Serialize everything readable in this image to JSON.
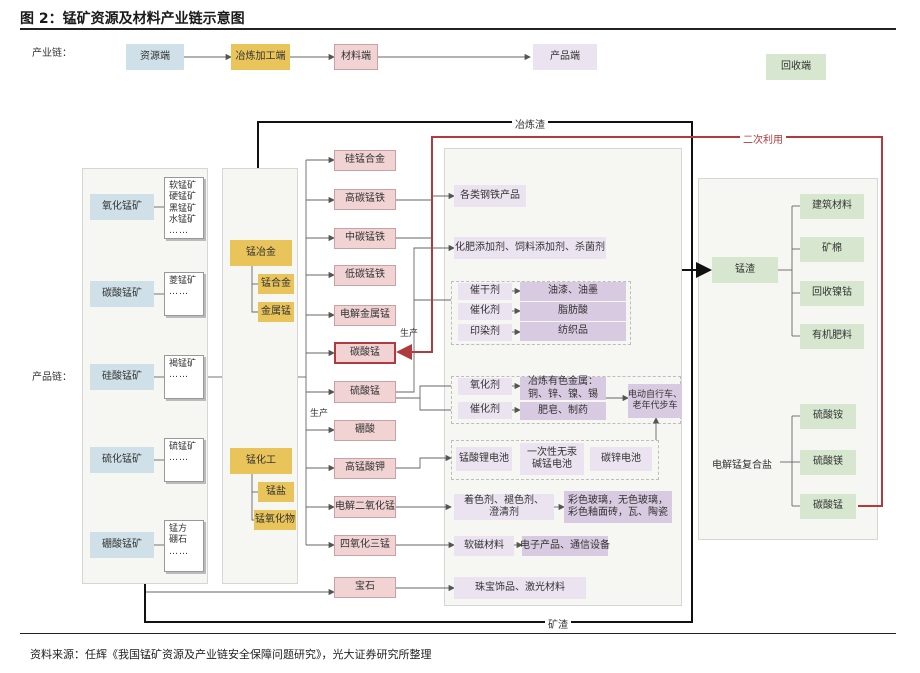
{
  "figure": {
    "title": "图 2：锰矿资源及材料产业链示意图",
    "source": "资料来源：任辉《我国锰矿资源及产业链安全保障问题研究》，光大证券研究所整理"
  },
  "row_labels": {
    "industry_chain_top": "产业链：",
    "industry_chain_side": "产品链："
  },
  "top_chain": [
    "资源端",
    "冶炼加工端",
    "材料端",
    "产品端",
    "回收端"
  ],
  "flow_labels": {
    "smelting_slag": "冶炼渣",
    "secondary_use": "二次利用",
    "ore_slag": "矿渣",
    "production_1": "生产",
    "production_2": "生产"
  },
  "ores": [
    {
      "name": "氧化锰矿",
      "types": "软锰矿\n硬锰矿\n黑锰矿\n水锰矿",
      "dots": "……"
    },
    {
      "name": "碳酸锰矿",
      "types": "菱锰矿",
      "dots": "……"
    },
    {
      "name": "硅酸锰矿",
      "types": "褐锰矿",
      "dots": "……"
    },
    {
      "name": "硫化锰矿",
      "types": "硫锰矿",
      "dots": "……"
    },
    {
      "name": "硼酸锰矿",
      "types": "锰方\n硼石",
      "dots": "……"
    }
  ],
  "smelting": {
    "metallurgy": "锰冶金",
    "alloy": "锰合金",
    "metal": "金属锰",
    "chemical": "锰化工",
    "salt": "锰盐",
    "oxide": "锰氧化物"
  },
  "materials": [
    "硅锰合金",
    "高碳锰铁",
    "中碳锰铁",
    "低碳锰铁",
    "电解金属锰",
    "碳酸锰",
    "硫酸锰",
    "硼酸",
    "高锰酸钾",
    "电解二氧化锰",
    "四氧化三锰",
    "宝石"
  ],
  "products": {
    "steel": "各类钢铁产品",
    "additives": "化肥添加剂、饲料添加剂、杀菌剂",
    "desiccant": "催干剂",
    "catalyst1": "催化剂",
    "dye": "印染剂",
    "paint": "油漆、油墨",
    "fatty_acid": "脂肪酸",
    "textile": "纺织品",
    "oxidant": "氧化剂",
    "catalyst2": "催化剂",
    "metal_smelt": "冶炼有色金属：\n铜、锌、镍、锡",
    "soap": "肥皂、制药",
    "ev": "电动自行车、\n老年代步车",
    "lmo_battery": "锰酸锂电池",
    "alkaline_battery": "一次性无汞\n碱锰电池",
    "zinc_battery": "碳锌电池",
    "colorant": "着色剂、褪色剂、\n澄清剂",
    "glass": "彩色玻璃，无色玻璃，\n彩色釉面砖，瓦、陶瓷",
    "soft_magnetic": "软磁材料",
    "electronics": "电子产品、通信设备",
    "jewelry": "珠宝饰品、激光材料"
  },
  "recycling": {
    "slag": "锰渣",
    "slag_products": [
      "建筑材料",
      "矿棉",
      "回收镍钴",
      "有机肥料"
    ],
    "compound_salt": "电解锰复合盐",
    "salt_products": [
      "硫酸铵",
      "硫酸镁",
      "碳酸锰"
    ]
  },
  "colors": {
    "resource": "#cfe0e8",
    "smelting": "#e8c45a",
    "material": "#f1d3d4",
    "product": "#ebe3f0",
    "recycle": "#d7e6cf",
    "highlight": "#b03a3e"
  }
}
